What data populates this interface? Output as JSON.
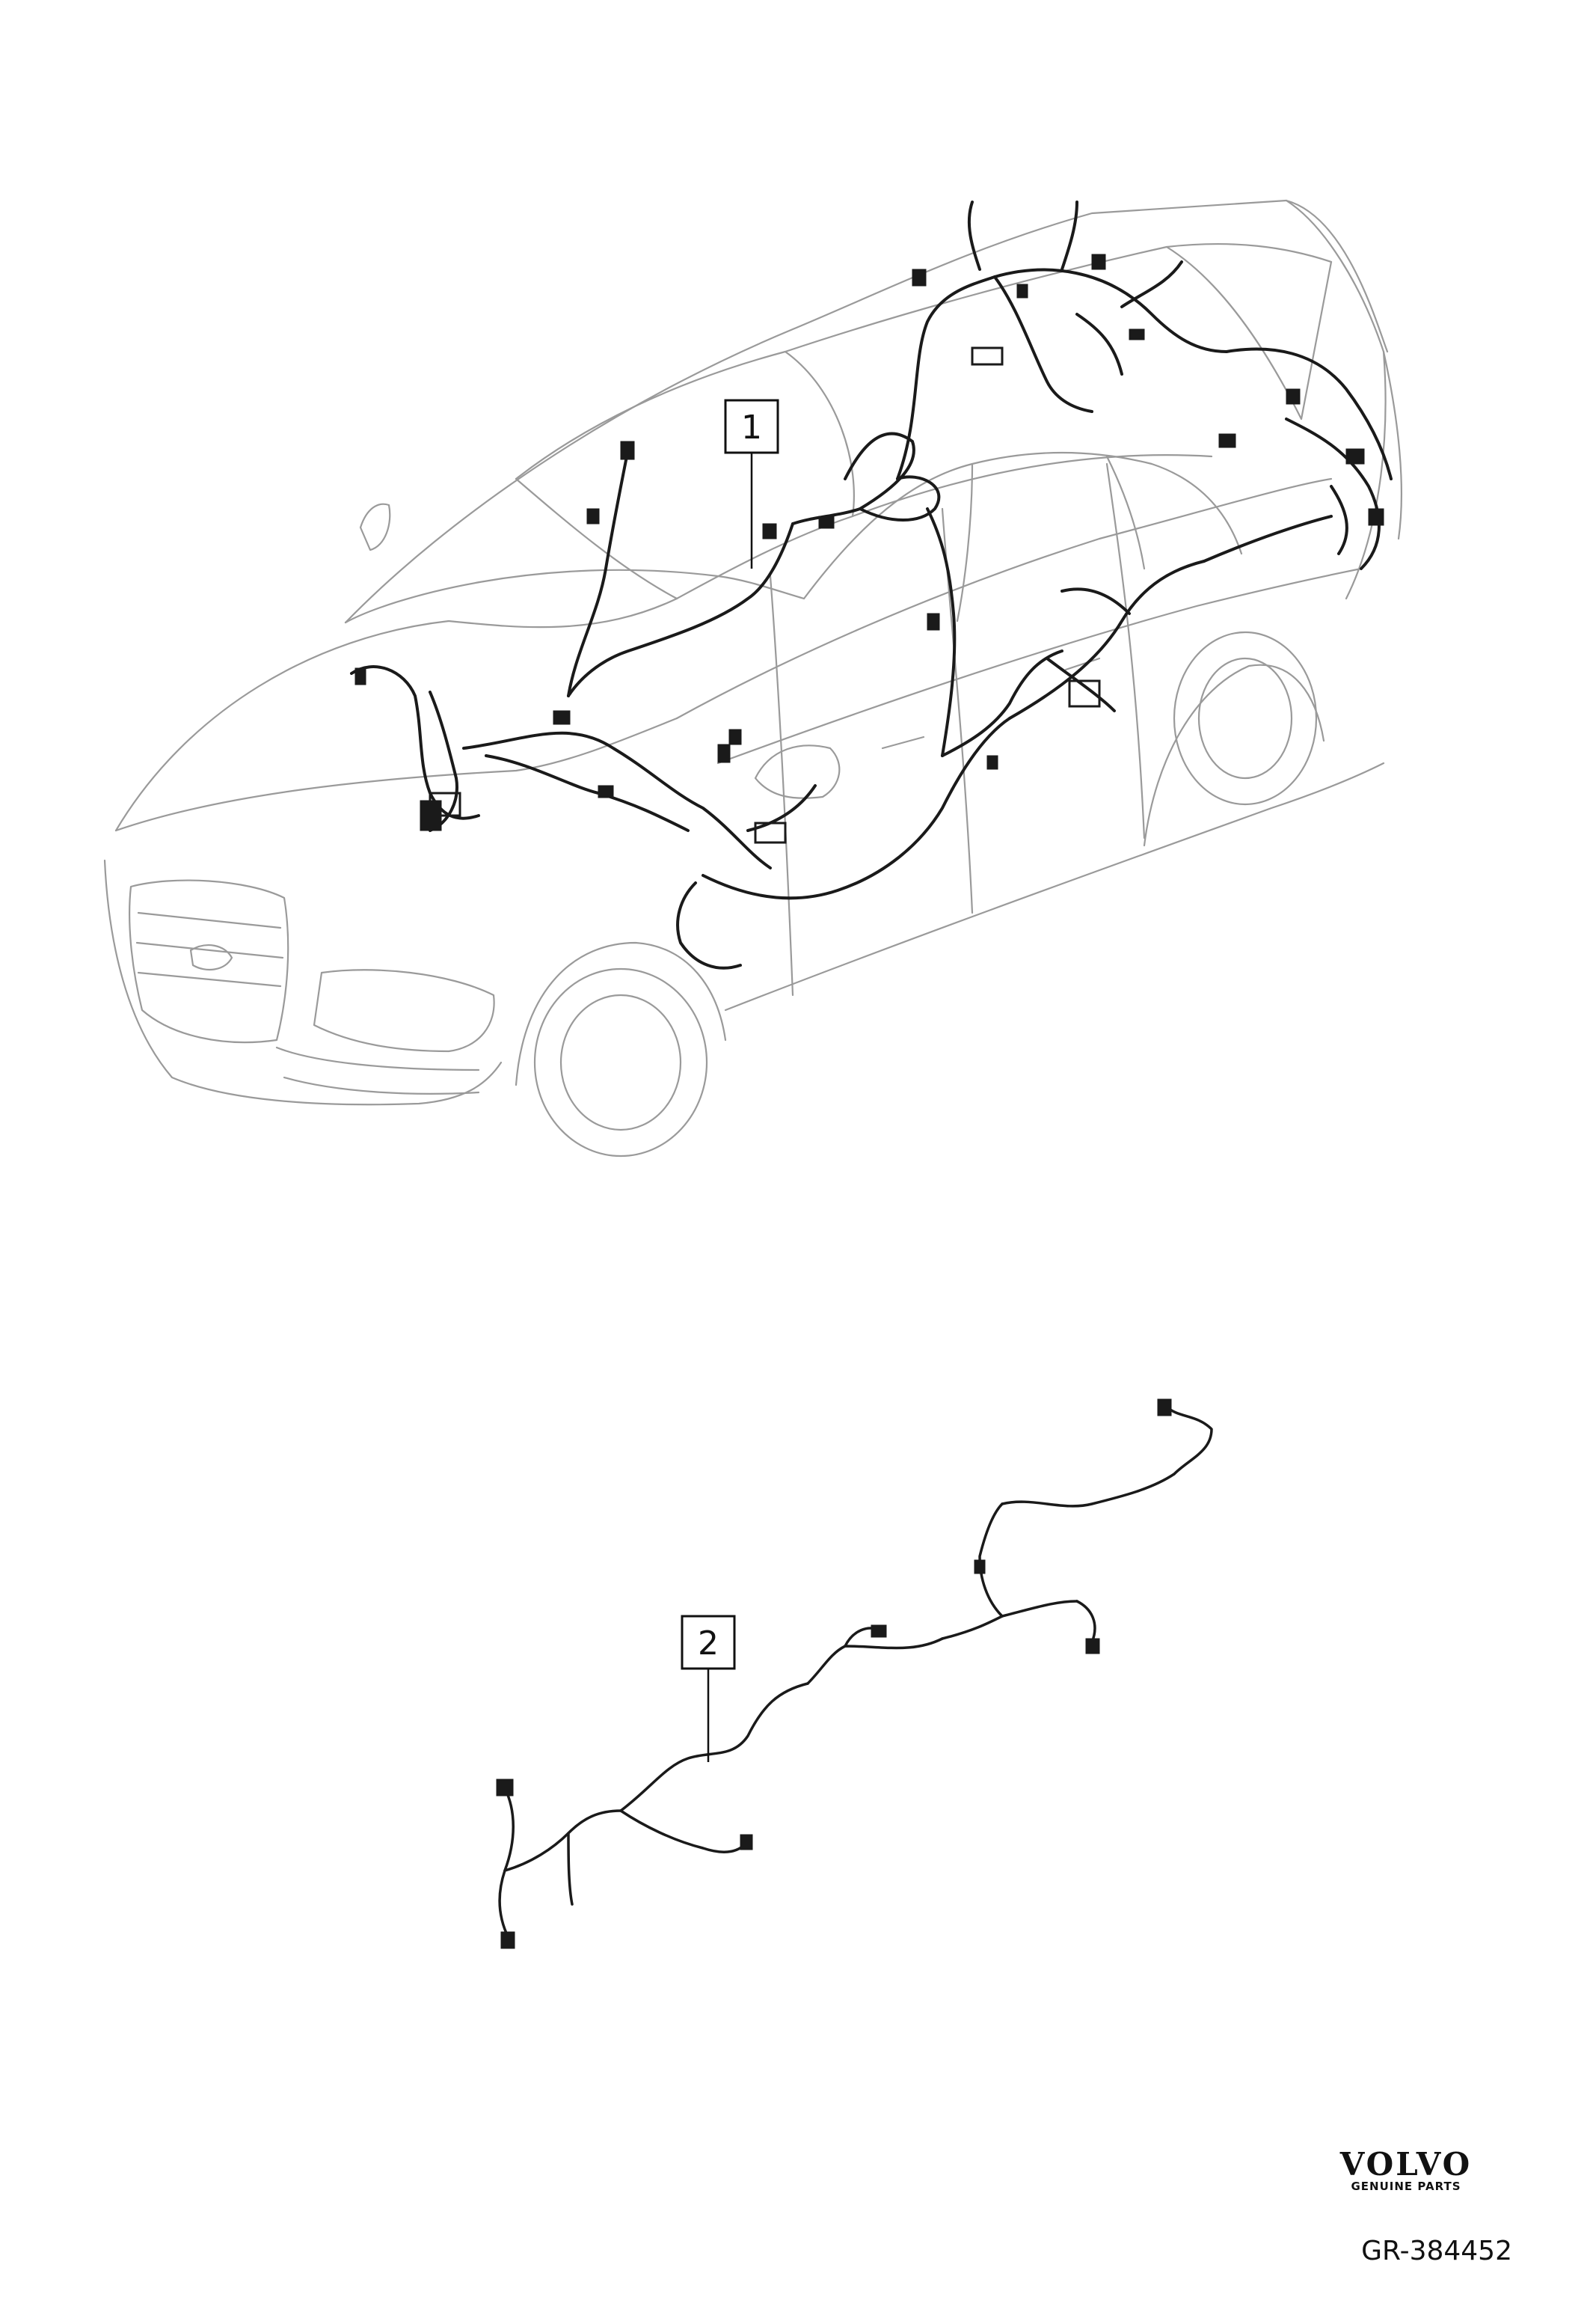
{
  "callouts": [
    {
      "label": "1"
    },
    {
      "label": "2"
    }
  ],
  "brand": {
    "name": "VOLVO",
    "subtitle": "GENUINE PARTS"
  },
  "reference": "GR-384452",
  "colors": {
    "outline": "#9a9a9a",
    "wiring": "#1a1a1a",
    "callout_border": "#111111"
  }
}
